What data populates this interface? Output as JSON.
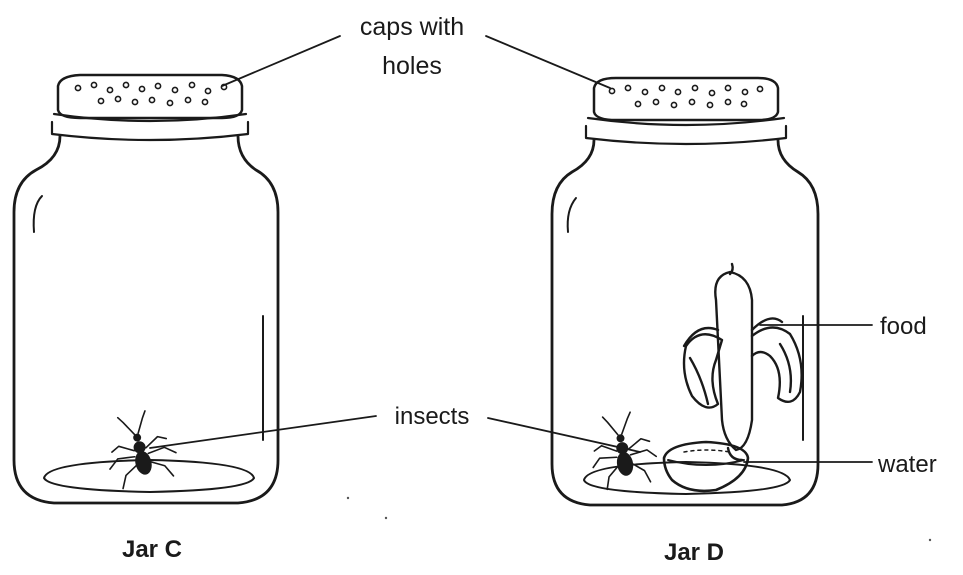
{
  "labels": {
    "caps_line1": "caps with",
    "caps_line2": "holes",
    "insects": "insects",
    "food": "food",
    "water": "water",
    "jar_c": "Jar C",
    "jar_d": "Jar D"
  }
}
